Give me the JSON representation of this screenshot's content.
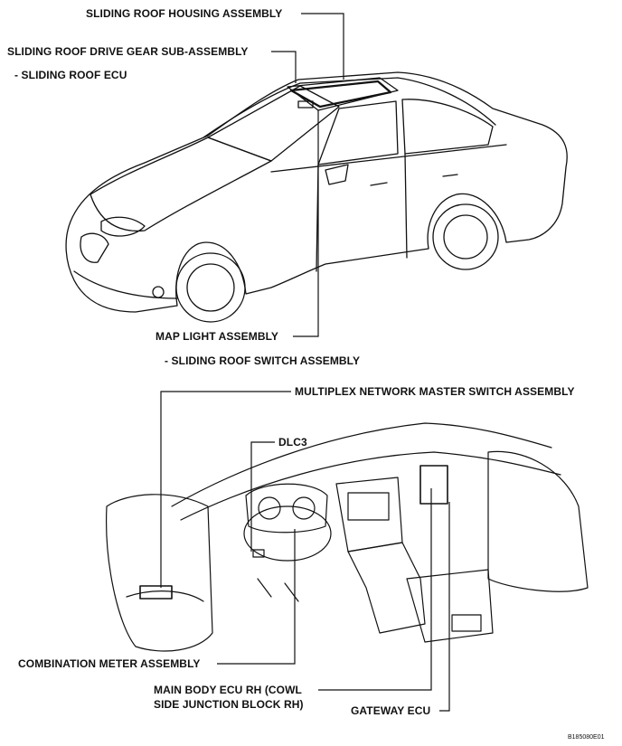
{
  "labels": {
    "sliding_roof_housing": "SLIDING ROOF HOUSING ASSEMBLY",
    "sliding_roof_drive_gear": "SLIDING ROOF DRIVE GEAR SUB-ASSEMBLY",
    "sliding_roof_ecu": "- SLIDING ROOF ECU",
    "map_light": "MAP LIGHT ASSEMBLY",
    "sliding_roof_switch": "- SLIDING ROOF SWITCH ASSEMBLY",
    "multiplex_switch": "MULTIPLEX NETWORK MASTER SWITCH ASSEMBLY",
    "dlc3": "DLC3",
    "combination_meter": "COMBINATION METER ASSEMBLY",
    "main_body_ecu_line1": "MAIN BODY ECU RH (COWL",
    "main_body_ecu_line2": "SIDE JUNCTION BLOCK RH)",
    "gateway_ecu": "GATEWAY ECU"
  },
  "figure_code": "B185080E01"
}
